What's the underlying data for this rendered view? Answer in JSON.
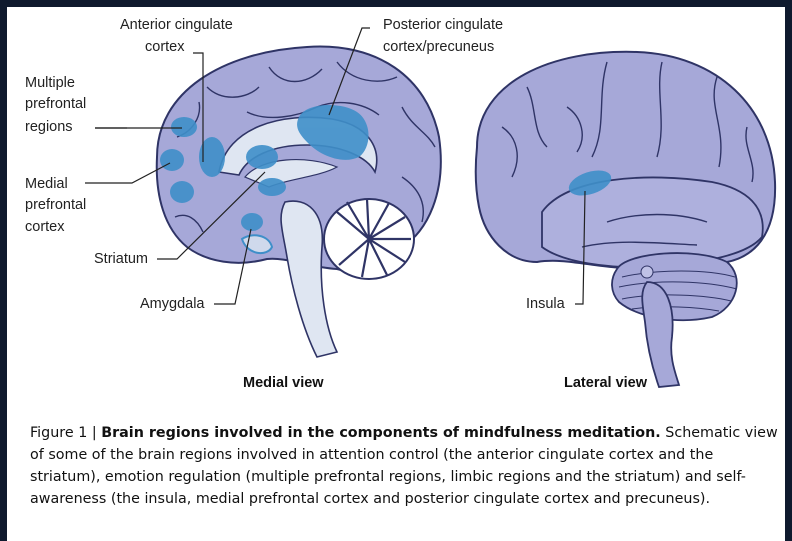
{
  "labels": {
    "anterior_cingulate": [
      "Anterior cingulate",
      "cortex"
    ],
    "posterior_cingulate": [
      "Posterior cingulate",
      "cortex/precuneus"
    ],
    "multiple_prefrontal": [
      "Multiple",
      "prefrontal",
      "regions"
    ],
    "medial_prefrontal": [
      "Medial",
      "prefrontal",
      "cortex"
    ],
    "striatum": "Striatum",
    "amygdala": "Amygdala",
    "insula": "Insula"
  },
  "views": {
    "medial": "Medial view",
    "lateral": "Lateral view"
  },
  "caption": {
    "figure_label": "Figure 1 | ",
    "title": "Brain regions involved in the components of mindfulness meditation.",
    "body": " Schematic view of some of the brain regions involved in attention control (the anterior cingulate cortex and the striatum), emotion regulation (multiple prefrontal regions, limbic regions and the striatum) and self-awareness (the insula, medial prefrontal cortex and posterior cingulate cortex and precuneus)."
  },
  "colors": {
    "brain_fill": "#a6a8d8",
    "brain_stroke": "#2f3466",
    "highlight": "#3f8fc9",
    "inner": "#dfe6f2",
    "background": "#0f1a2e"
  }
}
